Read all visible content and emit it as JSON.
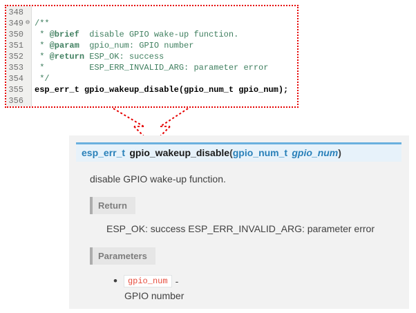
{
  "colors": {
    "red": "#e60000",
    "sig-bg": "#e7f2fa",
    "sig-border": "#6ab0de",
    "blue": "#2980b9",
    "code-red": "#e74c3c",
    "comment": "#3f7f5f",
    "panel-bg": "#f2f2f2",
    "rubric-bg": "#e6e6e6",
    "rubric-border": "#adadad",
    "rubric-text": "#7d7d7d",
    "text": "#404040"
  },
  "editor": {
    "lines": [
      {
        "num": "348",
        "fold": "",
        "segments": []
      },
      {
        "num": "349",
        "fold": "⊖",
        "segments": [
          {
            "text": "/**",
            "style": "comment"
          }
        ]
      },
      {
        "num": "350",
        "fold": "",
        "segments": [
          {
            "text": " * ",
            "style": "comment"
          },
          {
            "text": "@brief",
            "style": "tag"
          },
          {
            "text": "  disable GPIO wake-up function.",
            "style": "comment"
          }
        ]
      },
      {
        "num": "351",
        "fold": "",
        "segments": [
          {
            "text": " * ",
            "style": "comment"
          },
          {
            "text": "@param",
            "style": "tag"
          },
          {
            "text": "  gpio_num: GPIO number",
            "style": "comment"
          }
        ]
      },
      {
        "num": "352",
        "fold": "",
        "segments": [
          {
            "text": " * ",
            "style": "comment"
          },
          {
            "text": "@return",
            "style": "tag"
          },
          {
            "text": " ESP_OK: success",
            "style": "comment"
          }
        ]
      },
      {
        "num": "353",
        "fold": "",
        "segments": [
          {
            "text": " *         ESP_ERR_INVALID_ARG: parameter error",
            "style": "comment"
          }
        ]
      },
      {
        "num": "354",
        "fold": "",
        "segments": [
          {
            "text": " */",
            "style": "comment"
          }
        ]
      },
      {
        "num": "355",
        "fold": "",
        "segments": [
          {
            "text": "esp_err_t gpio_wakeup_disable(gpio_num_t gpio_num);",
            "style": "decl"
          }
        ]
      },
      {
        "num": "356",
        "fold": "",
        "segments": []
      }
    ]
  },
  "doc": {
    "signature": {
      "return_type": "esp_err_t",
      "name": "gpio_wakeup_disable",
      "open_paren": "(",
      "param_type": "gpio_num_t",
      "param_name": "gpio_num",
      "close_paren": ")"
    },
    "brief": "disable GPIO wake-up function.",
    "return_section": {
      "label": "Return",
      "text": "ESP_OK: success ESP_ERR_INVALID_ARG: parameter error"
    },
    "parameters_section": {
      "label": "Parameters",
      "item": {
        "code": "gpio_num",
        "dash": "-",
        "description": "GPIO number"
      }
    }
  }
}
